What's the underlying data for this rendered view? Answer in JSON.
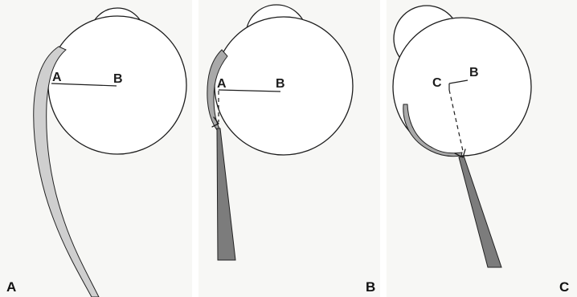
{
  "figure": {
    "panels": [
      {
        "id": "A",
        "panel_label": "A",
        "points": [
          {
            "label": "A"
          },
          {
            "label": "B"
          }
        ]
      },
      {
        "id": "B",
        "panel_label": "B",
        "points": [
          {
            "label": "A"
          },
          {
            "label": "B"
          }
        ]
      },
      {
        "id": "C",
        "panel_label": "C",
        "points": [
          {
            "label": "C"
          },
          {
            "label": "B"
          }
        ]
      }
    ]
  }
}
